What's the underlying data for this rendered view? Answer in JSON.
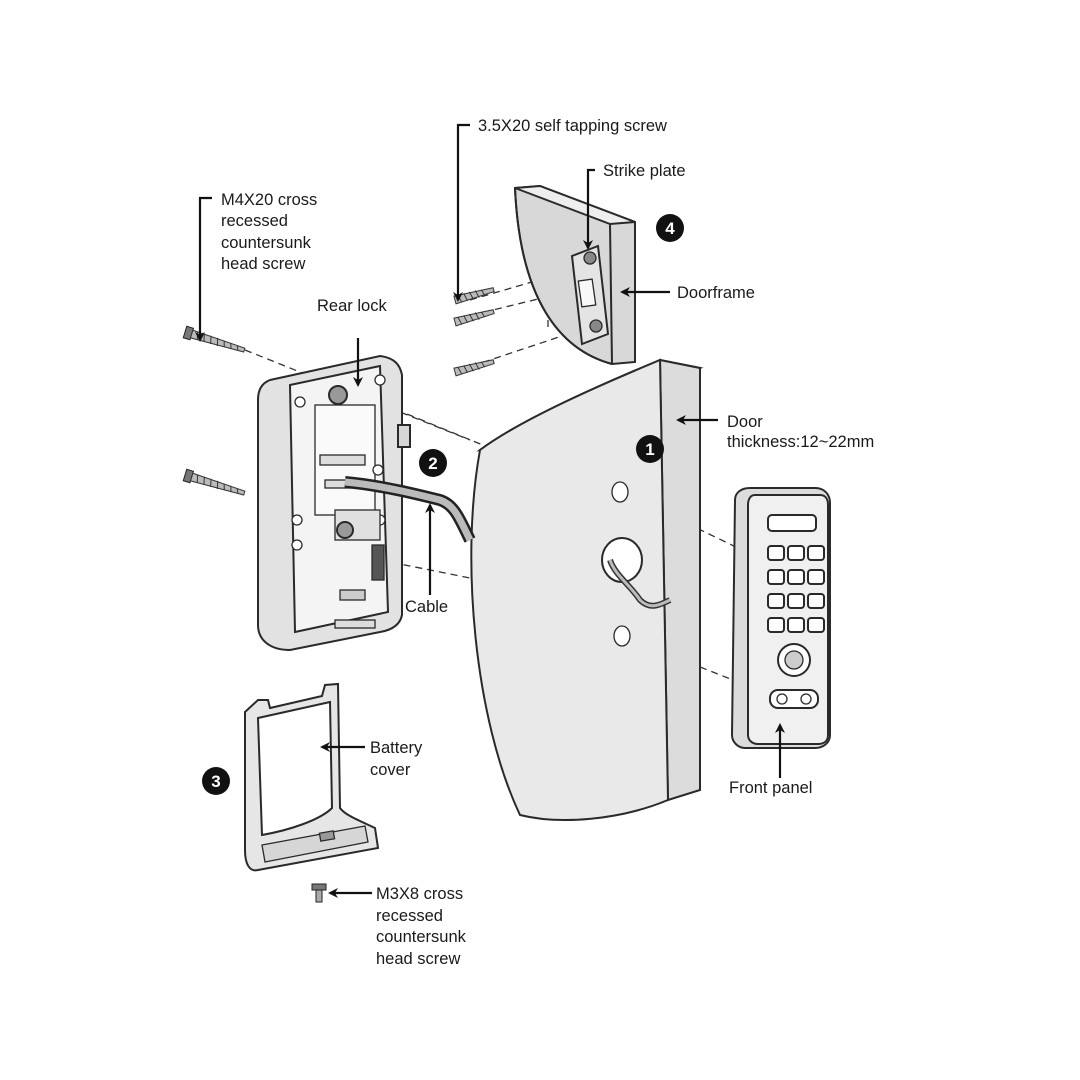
{
  "labels": {
    "self_tapping_screw": "3.5X20 self tapping screw",
    "strike_plate": "Strike plate",
    "doorframe": "Doorframe",
    "m4_screw": [
      "M4X20 cross",
      "recessed",
      "countersunk",
      "head screw"
    ],
    "rear_lock": "Rear lock",
    "door_thickness": [
      "Door",
      "thickness:12~22mm"
    ],
    "cable": "Cable",
    "battery_cover": [
      "Battery",
      "cover"
    ],
    "front_panel": "Front panel",
    "m3_screw": [
      "M3X8 cross",
      "recessed",
      "countersunk",
      "head screw"
    ]
  },
  "step_numbers": [
    "1",
    "2",
    "3",
    "4"
  ],
  "colors": {
    "part_fill": "#ebebeb",
    "part_fill_dark": "#d2d2d2",
    "ink": "#1a1a1a",
    "badge": "#111111"
  }
}
